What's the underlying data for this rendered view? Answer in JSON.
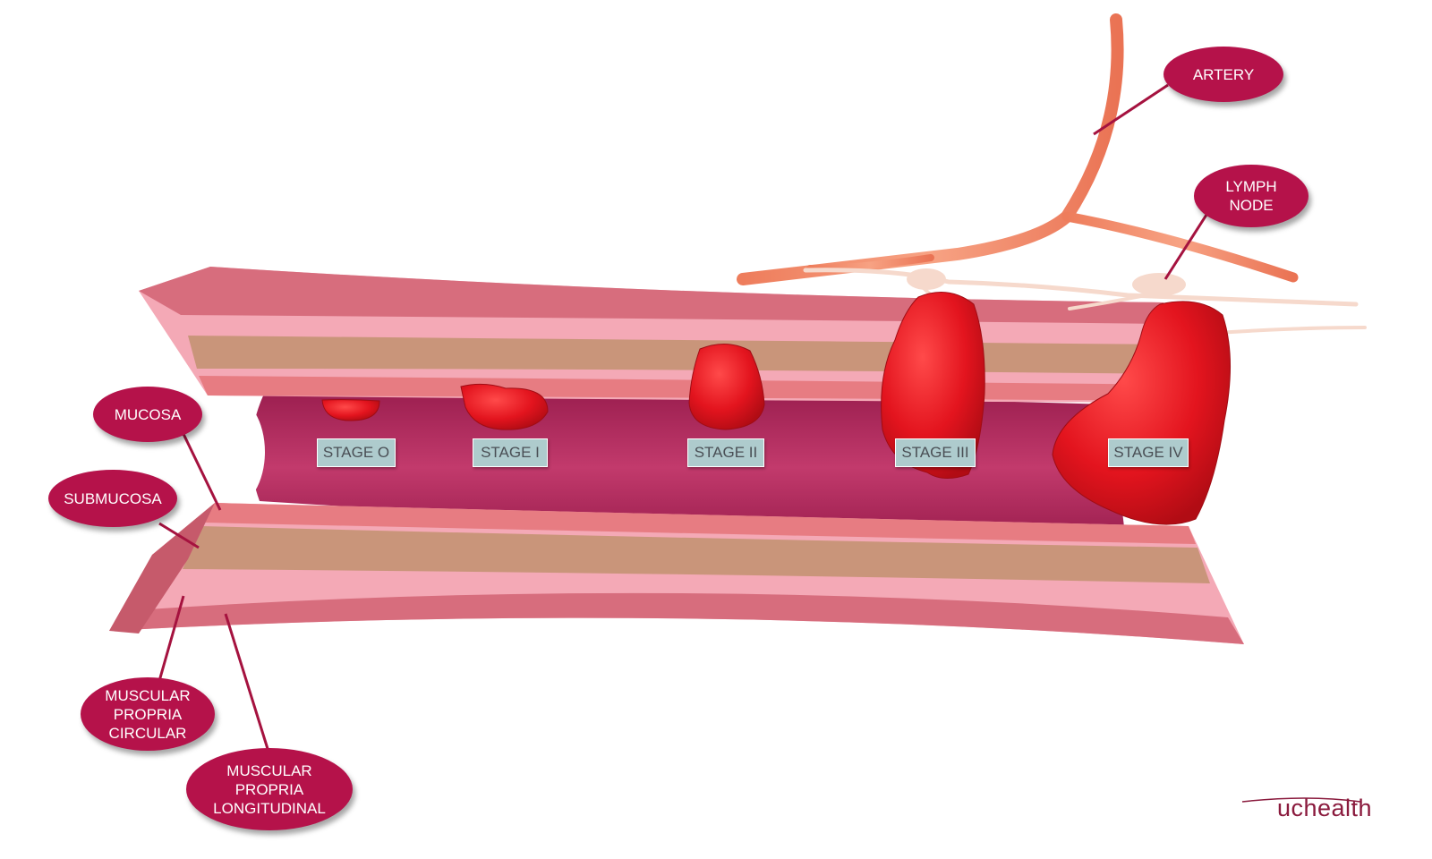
{
  "labels": {
    "artery": "ARTERY",
    "lymph_node": "LYMPH\nNODE",
    "mucosa": "MUCOSA",
    "submucosa": "SUBMUCOSA",
    "muscular_propria_circular": "MUSCULAR\nPROPRIA\nCIRCULAR",
    "muscular_propria_longitudinal": "MUSCULAR\nPROPRIA\nLONGITUDINAL"
  },
  "stages": [
    "STAGE O",
    "STAGE I",
    "STAGE II",
    "STAGE III",
    "STAGE IV"
  ],
  "brand": "uchealth",
  "colors": {
    "callout": "#b5124a",
    "tumor": "#e0141e",
    "lumen": "#b8285f",
    "mucosa": "#e77c82",
    "submucosa": "#c9957a",
    "muscle": "#f2a7b2",
    "artery": "#f08a68",
    "lymph": "#f6d9cc",
    "stage_label_bg": "#aecbcd",
    "brand": "#8a1a3d"
  }
}
